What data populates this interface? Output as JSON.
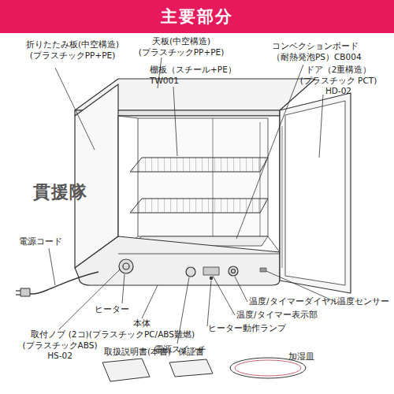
{
  "diagram": {
    "title": "主要部分",
    "labels": [
      "折りたたみ板(中空構造) (プラスチックPP+PE)",
      "天板(中空構造) (プラスチックPP+PE)",
      "棚板（スチール+PE） TW001",
      "コンベクションボード （耐熱発泡PS）CB004",
      "ドア（2重構造） (プラスチック PCT) HD-02",
      "貫援隊",
      "電源コード",
      "ヒーター",
      "本体 (プラスチックPC/ABS難燃)",
      "電源スイッチ",
      "温度/タイマーダイヤル",
      "温度/タイマー表示部",
      "ヒーター動作ランプ",
      "温度センサー",
      "取付ノブ (2コ) (プラスチックABS) HS-02",
      "取扱説明書(本書)",
      "保証書",
      "加湿皿"
    ]
  }
}
